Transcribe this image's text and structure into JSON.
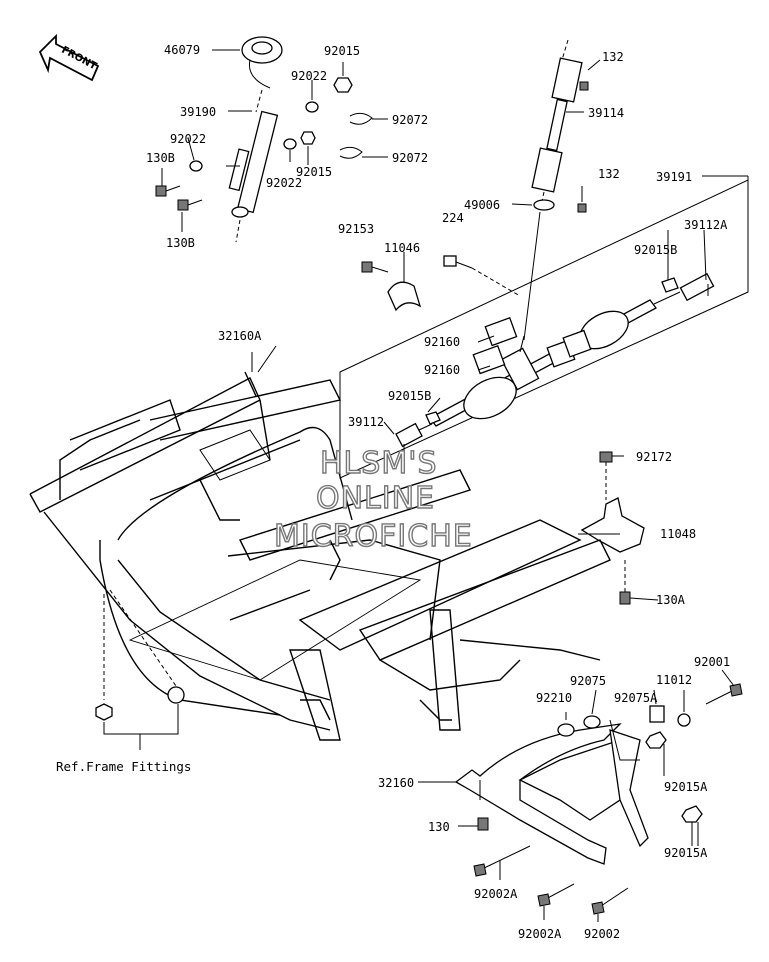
{
  "front_label": "FRONT",
  "labels": [
    {
      "id": "46079",
      "text": "46079"
    },
    {
      "id": "92015_a",
      "text": "92015"
    },
    {
      "id": "92022_a",
      "text": "92022"
    },
    {
      "id": "39190",
      "text": "39190"
    },
    {
      "id": "92072_a",
      "text": "92072"
    },
    {
      "id": "92022_b",
      "text": "92022"
    },
    {
      "id": "130B_a",
      "text": "130B"
    },
    {
      "id": "92015_b",
      "text": "92015"
    },
    {
      "id": "92072_b",
      "text": "92072"
    },
    {
      "id": "92022_c",
      "text": "92022"
    },
    {
      "id": "130B_b",
      "text": "130B"
    },
    {
      "id": "132_a",
      "text": "132"
    },
    {
      "id": "39114",
      "text": "39114"
    },
    {
      "id": "132_b",
      "text": "132"
    },
    {
      "id": "49006",
      "text": "49006"
    },
    {
      "id": "39191",
      "text": "39191"
    },
    {
      "id": "224",
      "text": "224"
    },
    {
      "id": "39112A",
      "text": "39112A"
    },
    {
      "id": "92153",
      "text": "92153"
    },
    {
      "id": "11046",
      "text": "11046"
    },
    {
      "id": "92015B_a",
      "text": "92015B"
    },
    {
      "id": "92160_a",
      "text": "92160"
    },
    {
      "id": "92160_b",
      "text": "92160"
    },
    {
      "id": "32160A",
      "text": "32160A"
    },
    {
      "id": "92015B_b",
      "text": "92015B"
    },
    {
      "id": "39112",
      "text": "39112"
    },
    {
      "id": "92172",
      "text": "92172"
    },
    {
      "id": "11048",
      "text": "11048"
    },
    {
      "id": "130A",
      "text": "130A"
    },
    {
      "id": "92001",
      "text": "92001"
    },
    {
      "id": "11012",
      "text": "11012"
    },
    {
      "id": "92210",
      "text": "92210"
    },
    {
      "id": "92075",
      "text": "92075"
    },
    {
      "id": "92075A",
      "text": "92075A"
    },
    {
      "id": "32160",
      "text": "32160"
    },
    {
      "id": "92015A_a",
      "text": "92015A"
    },
    {
      "id": "130",
      "text": "130"
    },
    {
      "id": "92015A_b",
      "text": "92015A"
    },
    {
      "id": "92002A_a",
      "text": "92002A"
    },
    {
      "id": "92002A_b",
      "text": "92002A"
    },
    {
      "id": "92002",
      "text": "92002"
    }
  ],
  "ref_note": "Ref.Frame Fittings",
  "watermark": [
    "HLSM'S",
    "ONLINE",
    "MICROFICHE"
  ]
}
